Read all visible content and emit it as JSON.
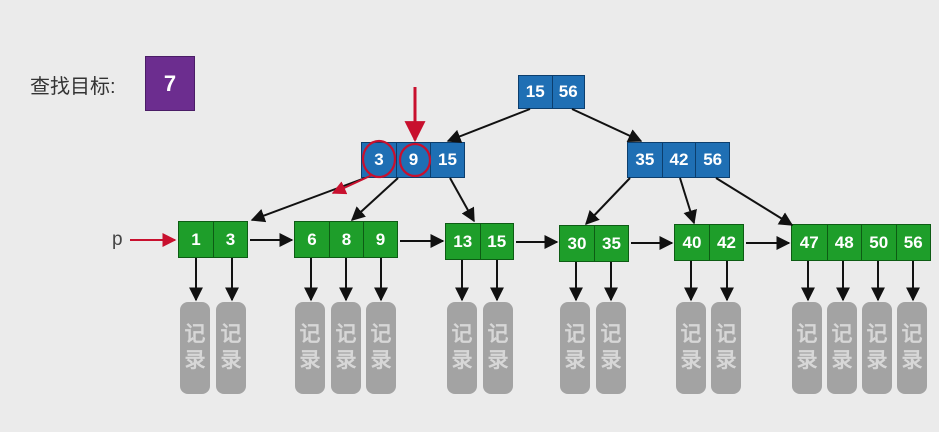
{
  "target": {
    "label": "查找目标:",
    "value": "7"
  },
  "pointer_label": "p",
  "record_text": [
    "记",
    "录"
  ],
  "root": {
    "keys": [
      "15",
      "56"
    ]
  },
  "internal_nodes": [
    {
      "keys": [
        "3",
        "9",
        "15"
      ]
    },
    {
      "keys": [
        "35",
        "42",
        "56"
      ]
    }
  ],
  "leaf_nodes": [
    {
      "keys": [
        "1",
        "3"
      ]
    },
    {
      "keys": [
        "6",
        "8",
        "9"
      ]
    },
    {
      "keys": [
        "13",
        "15"
      ]
    },
    {
      "keys": [
        "30",
        "35"
      ]
    },
    {
      "keys": [
        "40",
        "42"
      ]
    },
    {
      "keys": [
        "47",
        "48",
        "50",
        "56"
      ]
    }
  ],
  "colors": {
    "internal": "#1f6fb4",
    "leaf": "#1e9e2a",
    "record": "#a3a3a3",
    "highlight": "#c8102e",
    "target_box": "#6c2d8f"
  }
}
